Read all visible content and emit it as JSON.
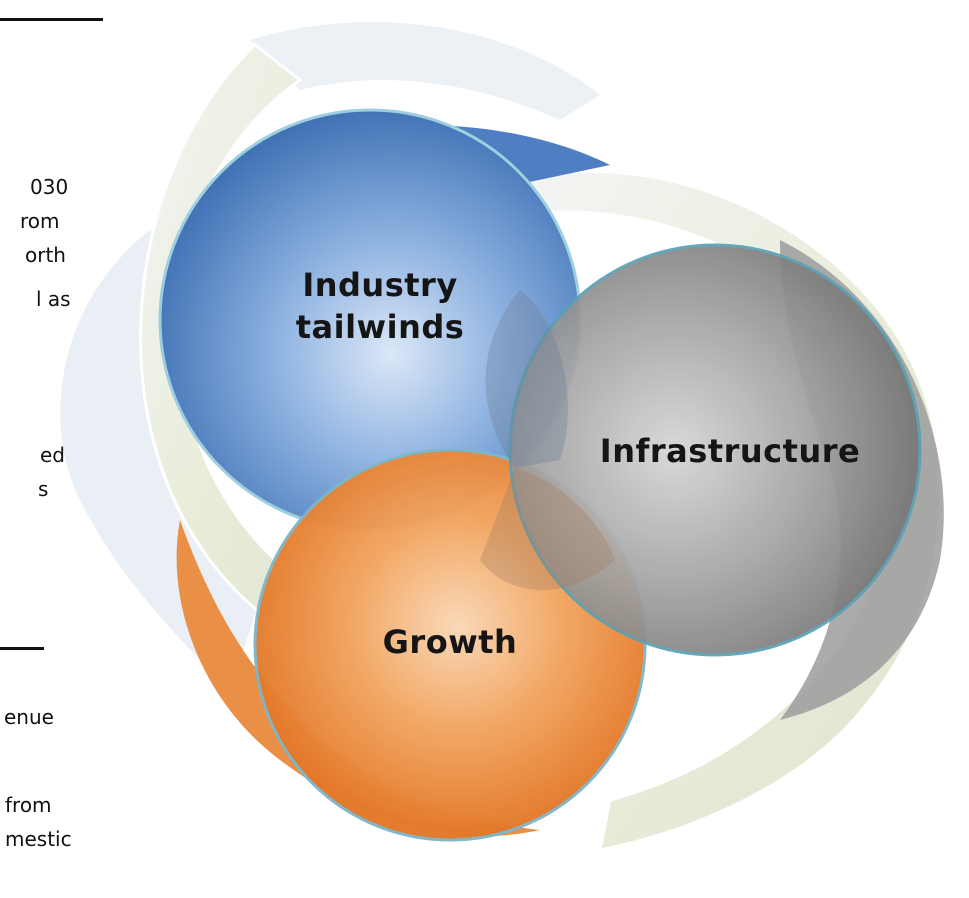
{
  "left_text": {
    "block1": [
      "030",
      "rom",
      "orth",
      "l as"
    ],
    "block2": [
      "ed",
      "s"
    ],
    "block3": [
      "enue",
      "from",
      "mestic"
    ]
  },
  "diagram": {
    "circles": [
      {
        "id": "industry",
        "label_line1": "Industry",
        "label_line2": "tailwinds",
        "color": "#4a7fc1"
      },
      {
        "id": "infrastructure",
        "label_line1": "Infrastructure",
        "color": "#8e8e8e"
      },
      {
        "id": "growth",
        "label_line1": "Growth",
        "color": "#ea7a2a"
      }
    ],
    "swirl_color": "#e8ecd9"
  }
}
